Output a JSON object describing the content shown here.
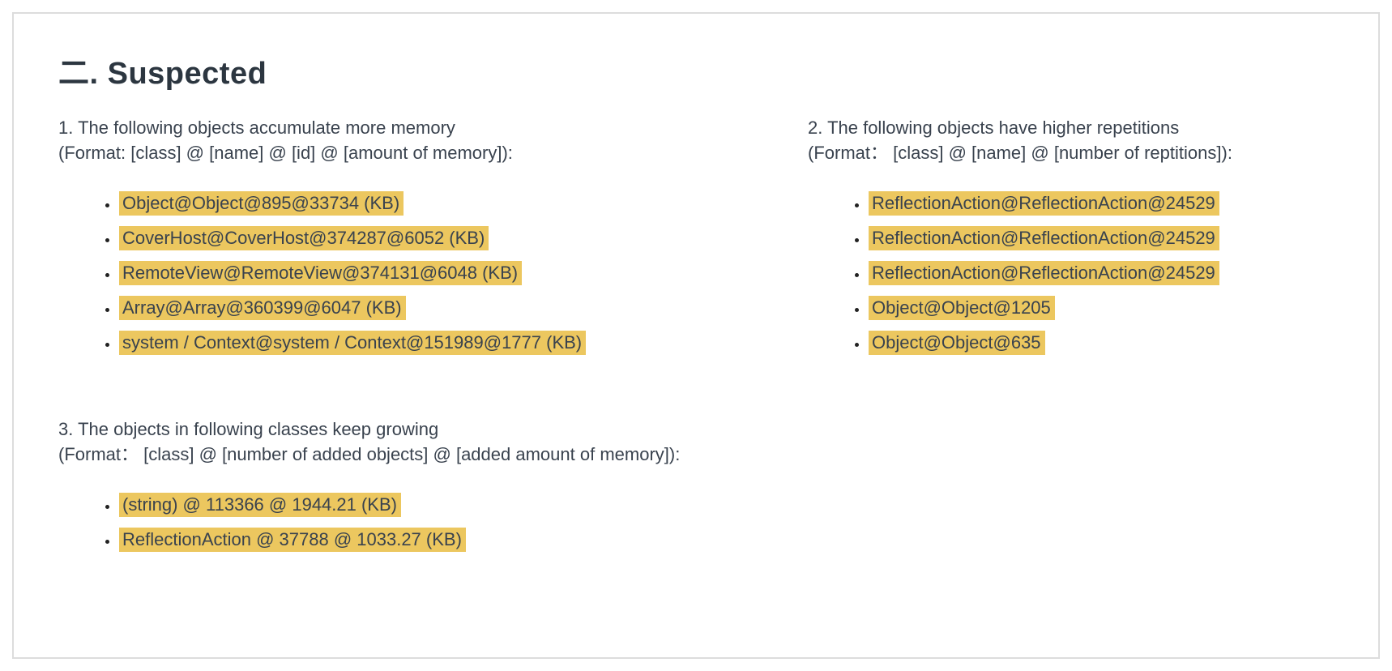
{
  "page": {
    "heading": "二. Suspected"
  },
  "colors": {
    "highlight": "#ecc75f",
    "text": "#39424e",
    "heading": "#2c3640",
    "card_border": "#dcdcdc",
    "background": "#ffffff"
  },
  "sections": [
    {
      "number": "1",
      "title_line1": "1. The following objects accumulate more memory",
      "title_line2": "(Format: [class] @ [name] @ [id] @ [amount of memory]):",
      "items": [
        "Object@Object@895@33734 (KB)",
        "CoverHost@CoverHost@374287@6052 (KB)",
        "RemoteView@RemoteView@374131@6048 (KB)",
        "Array@Array@360399@6047 (KB)",
        "system / Context@system / Context@151989@1777 (KB)"
      ]
    },
    {
      "number": "2",
      "title_line1": "2. The following objects have higher repetitions",
      "title_line2": "(Format：  [class] @ [name] @ [number of reptitions]):",
      "items": [
        "ReflectionAction@ReflectionAction@24529",
        "ReflectionAction@ReflectionAction@24529",
        "ReflectionAction@ReflectionAction@24529",
        "Object@Object@1205",
        "Object@Object@635"
      ]
    },
    {
      "number": "3",
      "title_line1": "3. The objects in following classes keep growing",
      "title_line2": "(Format：  [class] @ [number of added objects] @ [added amount of memory]):",
      "items": [
        "(string) @ 113366 @ 1944.21 (KB)",
        "ReflectionAction @ 37788 @ 1033.27 (KB)"
      ]
    }
  ]
}
